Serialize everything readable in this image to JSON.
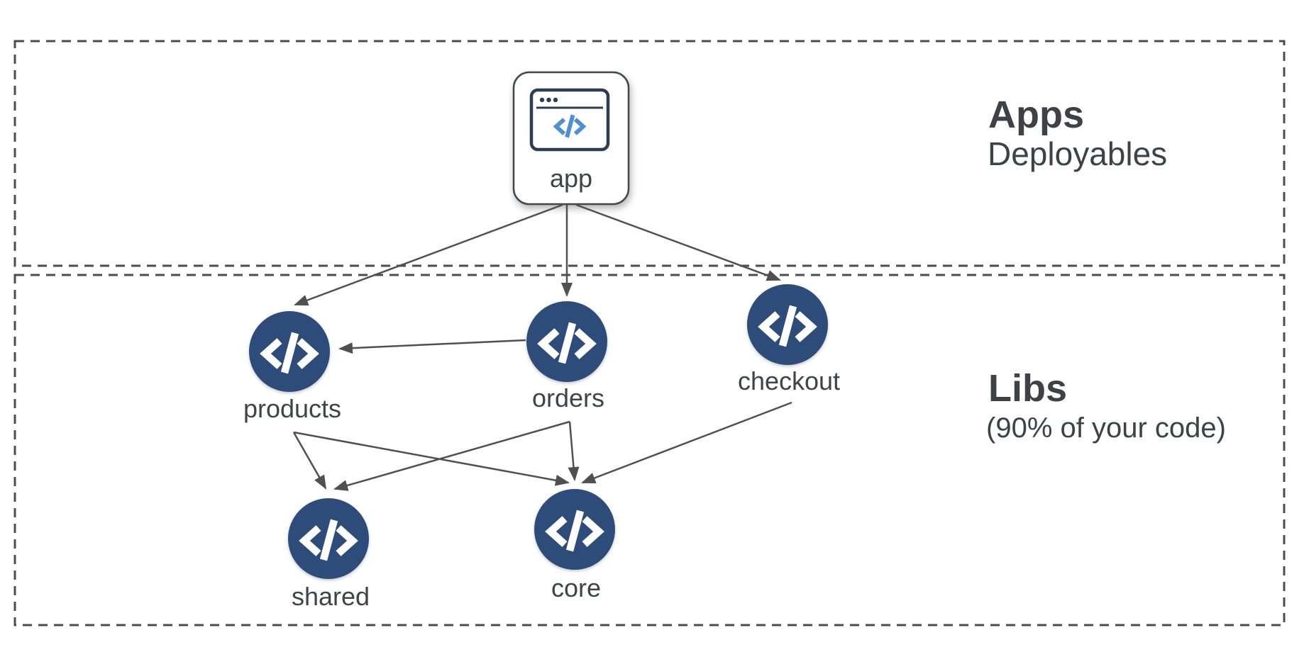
{
  "sections": {
    "apps": {
      "title": "Apps",
      "subtitle": "Deployables"
    },
    "libs": {
      "title": "Libs",
      "subtitle": "(90% of your code)"
    }
  },
  "nodes": {
    "app": {
      "label": "app",
      "kind": "application",
      "section": "apps",
      "icon": "browser-code-icon"
    },
    "products": {
      "label": "products",
      "kind": "library",
      "section": "libs",
      "icon": "code-icon"
    },
    "orders": {
      "label": "orders",
      "kind": "library",
      "section": "libs",
      "icon": "code-icon"
    },
    "checkout": {
      "label": "checkout",
      "kind": "library",
      "section": "libs",
      "icon": "code-icon"
    },
    "shared": {
      "label": "shared",
      "kind": "library",
      "section": "libs",
      "icon": "code-icon"
    },
    "core": {
      "label": "core",
      "kind": "library",
      "section": "libs",
      "icon": "code-icon"
    }
  },
  "edges": [
    {
      "from": "app",
      "to": "products"
    },
    {
      "from": "app",
      "to": "orders"
    },
    {
      "from": "app",
      "to": "checkout"
    },
    {
      "from": "orders",
      "to": "products"
    },
    {
      "from": "products",
      "to": "shared"
    },
    {
      "from": "products",
      "to": "core"
    },
    {
      "from": "orders",
      "to": "shared"
    },
    {
      "from": "orders",
      "to": "core"
    },
    {
      "from": "checkout",
      "to": "core"
    }
  ],
  "colors": {
    "node_fill": "#2d4c7a",
    "icon_stroke": "#2c3c52",
    "code_blue": "#4e8fd3",
    "edge": "#505050",
    "dashed_border": "#4d4d4d",
    "text": "#404347"
  }
}
